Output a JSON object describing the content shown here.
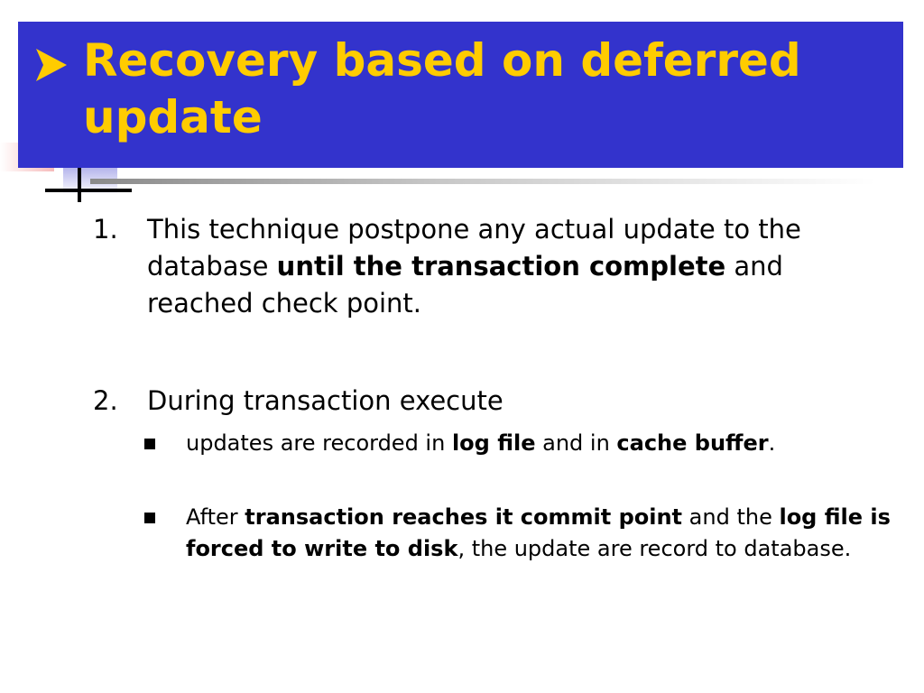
{
  "slide": {
    "title": "Recovery based on deferred update",
    "title_color": "#ffcc00",
    "title_bar_color": "#3333cc",
    "title_bullet_icon": "arrow-bullet-icon",
    "items": [
      {
        "number": "1.",
        "parts": [
          {
            "text": "This technique postpone any actual update to the database ",
            "bold": false
          },
          {
            "text": "until the transaction complete",
            "bold": true
          },
          {
            "text": " and reached check point.",
            "bold": false
          }
        ]
      },
      {
        "number": "2.",
        "parts": [
          {
            "text": "During transaction execute",
            "bold": false
          }
        ],
        "sub_items": [
          {
            "parts": [
              {
                "text": "updates are recorded in ",
                "bold": false
              },
              {
                "text": "log file",
                "bold": true
              },
              {
                "text": " and in ",
                "bold": false
              },
              {
                "text": "cache buffer",
                "bold": true
              },
              {
                "text": ".",
                "bold": false
              }
            ]
          },
          {
            "parts": [
              {
                "text": "After ",
                "bold": false
              },
              {
                "text": "transaction reaches it commit point",
                "bold": true
              },
              {
                "text": " and the ",
                "bold": false
              },
              {
                "text": "log file is forced to write to disk",
                "bold": true
              },
              {
                "text": ", the update are record to database.",
                "bold": false
              }
            ]
          }
        ]
      }
    ]
  }
}
